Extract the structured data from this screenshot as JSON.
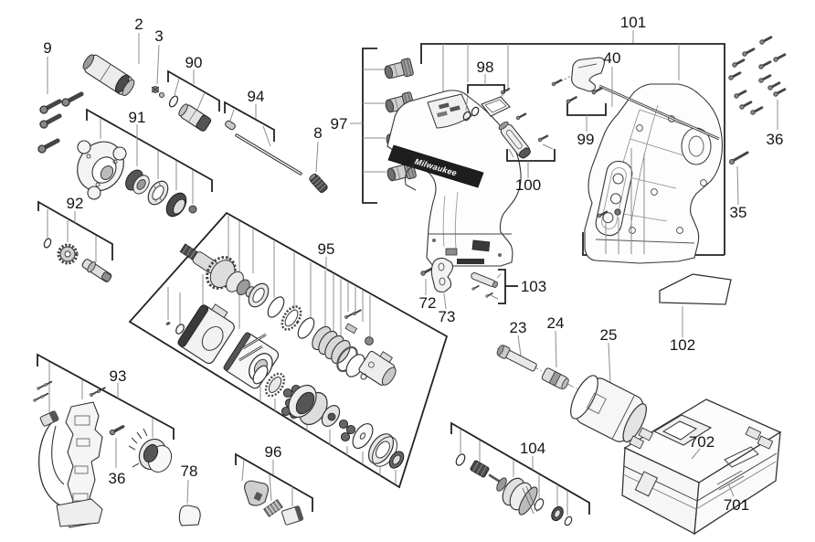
{
  "diagram": {
    "type": "exploded-parts-diagram",
    "brand_logo": "Milwaukee",
    "labels": {
      "n2": "2",
      "n3": "3",
      "n8": "8",
      "n9": "9",
      "n23": "23",
      "n24": "24",
      "n25": "25",
      "n35": "35",
      "n36": "36",
      "n40": "40",
      "n72": "72",
      "n73": "73",
      "n78": "78",
      "n90": "90",
      "n91": "91",
      "n92": "92",
      "n93": "93",
      "n94": "94",
      "n95": "95",
      "n96": "96",
      "n97": "97",
      "n98": "98",
      "n99": "99",
      "n100": "100",
      "n101": "101",
      "n102": "102",
      "n103": "103",
      "n104": "104",
      "n701": "701",
      "n702": "702"
    },
    "colors": {
      "background": "#ffffff",
      "line": "#2b2b2b",
      "leader": "#8c8c8c",
      "label_text": "#151515",
      "dark_fill": "#3a3a3a",
      "logo_band": "#1e1e1e",
      "logo_text": "#ffffff"
    }
  }
}
